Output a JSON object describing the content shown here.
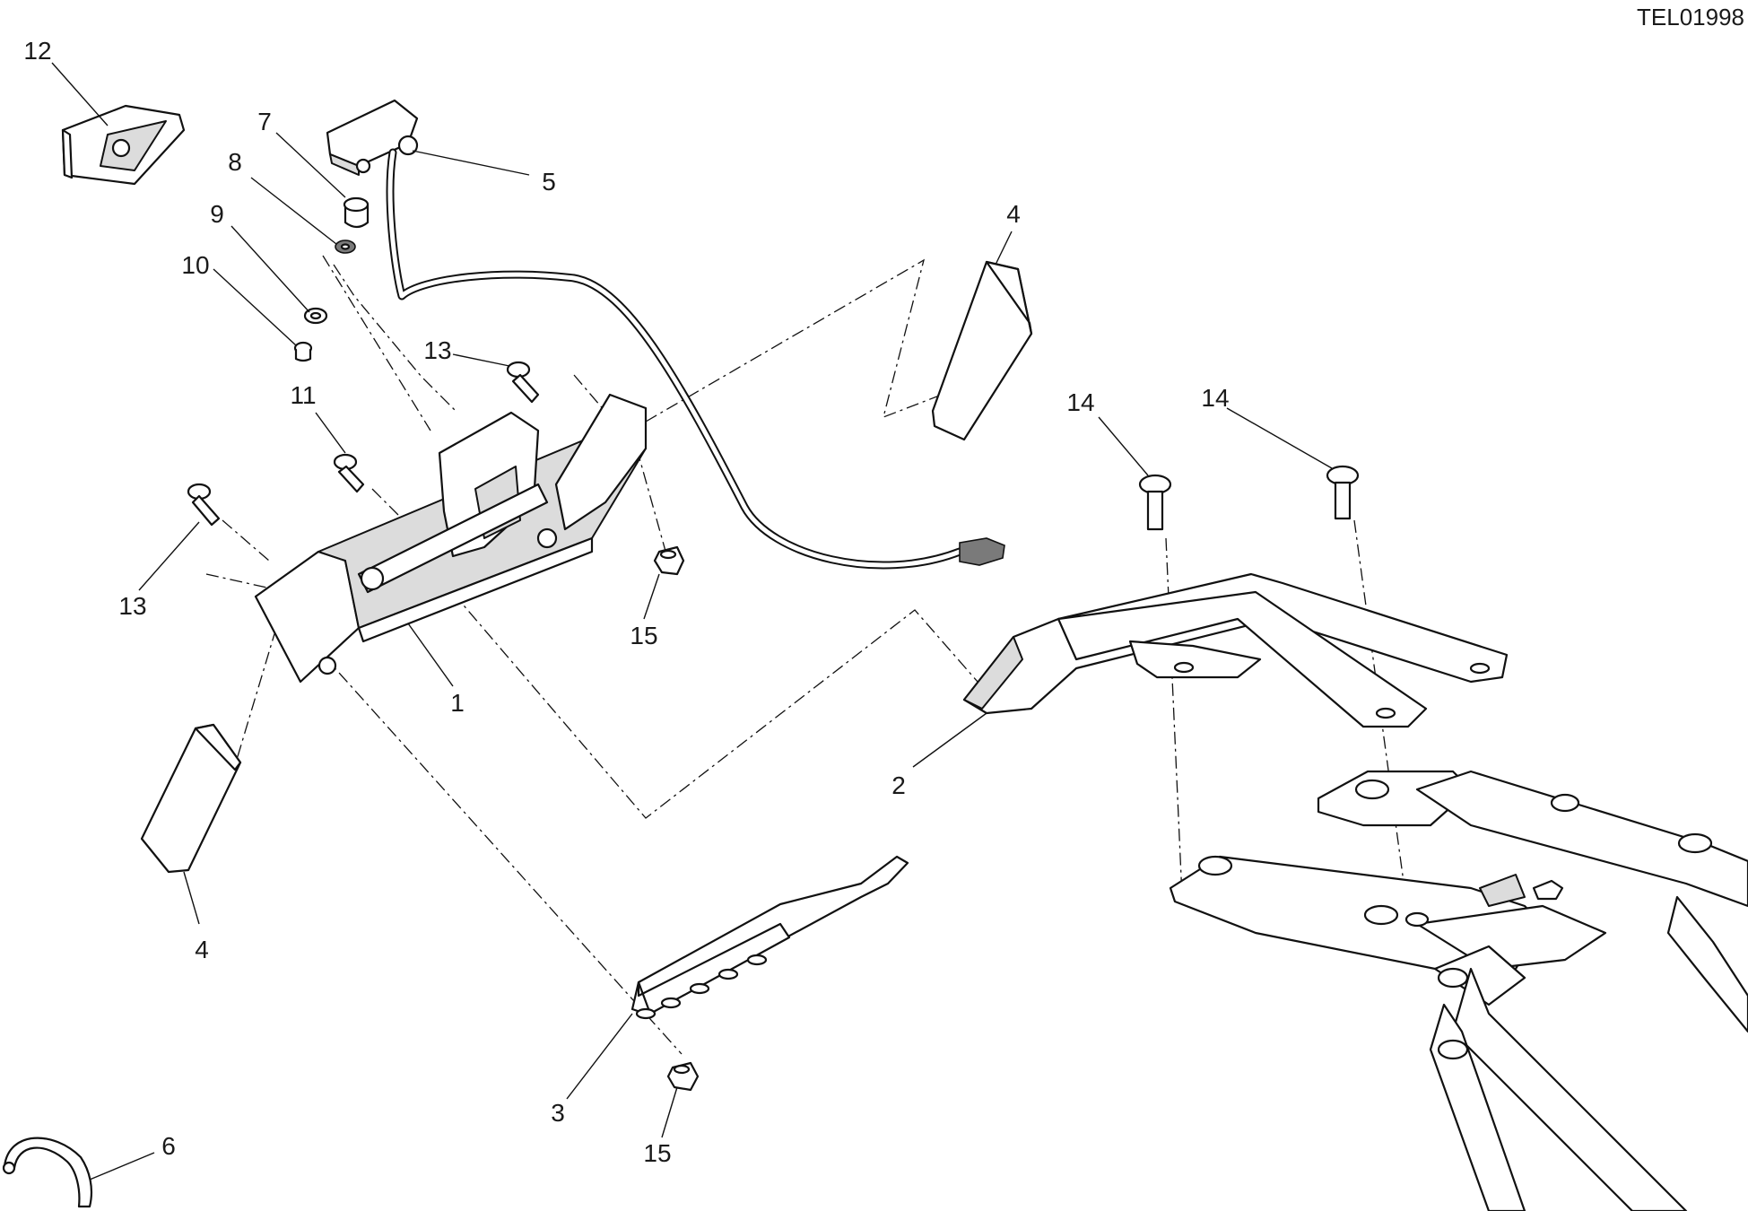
{
  "drawing_id": "TEL01998",
  "callouts": [
    {
      "id": "c-12",
      "label": "12"
    },
    {
      "id": "c-7",
      "label": "7"
    },
    {
      "id": "c-8",
      "label": "8"
    },
    {
      "id": "c-5",
      "label": "5"
    },
    {
      "id": "c-9",
      "label": "9"
    },
    {
      "id": "c-10",
      "label": "10"
    },
    {
      "id": "c-4-top",
      "label": "4"
    },
    {
      "id": "c-13-top",
      "label": "13"
    },
    {
      "id": "c-11",
      "label": "11"
    },
    {
      "id": "c-14-left",
      "label": "14"
    },
    {
      "id": "c-14-right",
      "label": "14"
    },
    {
      "id": "c-13-left",
      "label": "13"
    },
    {
      "id": "c-15-top",
      "label": "15"
    },
    {
      "id": "c-1",
      "label": "1"
    },
    {
      "id": "c-2",
      "label": "2"
    },
    {
      "id": "c-4-bottom",
      "label": "4"
    },
    {
      "id": "c-3",
      "label": "3"
    },
    {
      "id": "c-15-bottom",
      "label": "15"
    },
    {
      "id": "c-6",
      "label": "6"
    }
  ]
}
